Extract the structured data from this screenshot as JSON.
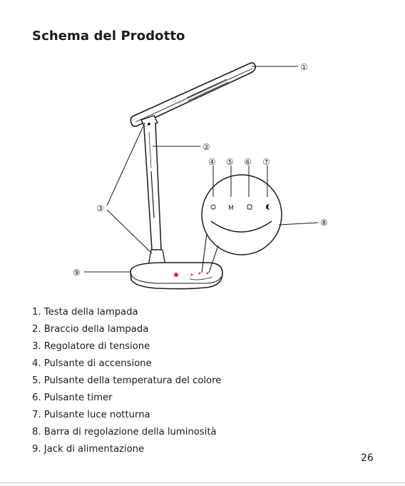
{
  "page": {
    "title": "Schema del Prodotto",
    "page_number": "26"
  },
  "callouts": [
    "①",
    "②",
    "③",
    "④",
    "⑤",
    "⑥",
    "⑦",
    "⑧",
    "⑨"
  ],
  "base_icons": {
    "power": "power-icon",
    "mode": "M",
    "timer": "timer-icon",
    "night_light": "night-light-icon"
  },
  "legend": [
    "1. Testa della lampada",
    "2. Braccio della lampada",
    "3. Regolatore di tensione",
    "4. Pulsante di accensione",
    "5. Pulsante della temperatura del colore",
    "6. Pulsante timer",
    "7. Pulsante luce notturna",
    "8. Barra di regolazione della luminosità",
    "9. Jack di alimentazione"
  ],
  "colors": {
    "line": "#1a1a1a",
    "accent_red": "#e8242c"
  }
}
